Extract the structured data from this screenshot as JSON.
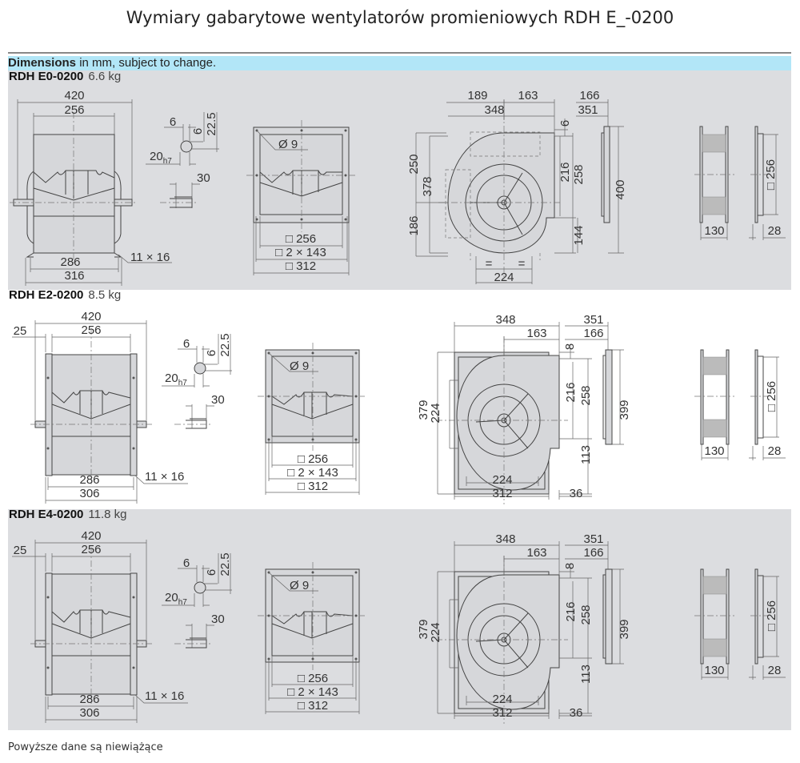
{
  "title": "Wymiary gabarytowe wentylatorów promieniowych RDH E_-0200",
  "band": {
    "bold": "Dimensions",
    "rest": " in mm, subject to change."
  },
  "sections": [
    {
      "model": "RDH E0-0200",
      "weight": "6.6 kg",
      "front": {
        "d420": "420",
        "d256": "256",
        "d286": "286",
        "d316": "316",
        "hole": "11 × 16"
      },
      "shaft": {
        "a": "6",
        "b": "6",
        "c": "22.5",
        "d": "20",
        "tol": "h7",
        "e": "30"
      },
      "flange": {
        "hole": "Ø 9",
        "a": "□ 256",
        "b": "□ 2 × 143",
        "c": "□ 312"
      },
      "side": {
        "d189": "189",
        "d163": "163",
        "d348": "348",
        "d166": "166",
        "d351": "351",
        "d6": "6",
        "d250": "250",
        "d378": "378",
        "d186": "186",
        "d216": "216",
        "d258": "258",
        "d400": "400",
        "d144": "144",
        "eq1": "=",
        "eq2": "=",
        "d224": "224"
      },
      "impeller": {
        "w": "130"
      },
      "inlet": {
        "size": "□ 256",
        "depth": "28"
      }
    },
    {
      "model": "RDH E2-0200",
      "weight": "8.5 kg",
      "front": {
        "d25": "25",
        "d420": "420",
        "d256": "256",
        "d286": "286",
        "d306": "306",
        "hole": "11 × 16"
      },
      "shaft": {
        "a": "6",
        "b": "6",
        "c": "22.5",
        "d": "20",
        "tol": "h7",
        "e": "30"
      },
      "flange": {
        "hole": "Ø 9",
        "a": "□ 256",
        "b": "□ 2 × 143",
        "c": "□ 312"
      },
      "side": {
        "d348": "348",
        "d163": "163",
        "d351": "351",
        "d166": "166",
        "d8": "8",
        "d379": "379",
        "d224v": "224",
        "d216": "216",
        "d258": "258",
        "d399": "399",
        "d113": "113",
        "d224": "224",
        "d312": "312",
        "d36": "36"
      },
      "impeller": {
        "w": "130"
      },
      "inlet": {
        "size": "□ 256",
        "depth": "28"
      }
    },
    {
      "model": "RDH E4-0200",
      "weight": "11.8 kg",
      "front": {
        "d25": "25",
        "d420": "420",
        "d256": "256",
        "d286": "286",
        "d306": "306",
        "hole": "11 × 16"
      },
      "shaft": {
        "a": "6",
        "b": "6",
        "c": "22.5",
        "d": "20",
        "tol": "h7",
        "e": "30"
      },
      "flange": {
        "hole": "Ø 9",
        "a": "□ 256",
        "b": "□ 2 × 143",
        "c": "□ 312"
      },
      "side": {
        "d348": "348",
        "d163": "163",
        "d351": "351",
        "d166": "166",
        "d8": "8",
        "d379": "379",
        "d224v": "224",
        "d216": "216",
        "d258": "258",
        "d399": "399",
        "d113": "113",
        "d224": "224",
        "d312": "312",
        "d36": "36"
      },
      "impeller": {
        "w": "130"
      },
      "inlet": {
        "size": "□ 256",
        "depth": "28"
      }
    }
  ],
  "footer": "Powyższe dane są niewiążące"
}
